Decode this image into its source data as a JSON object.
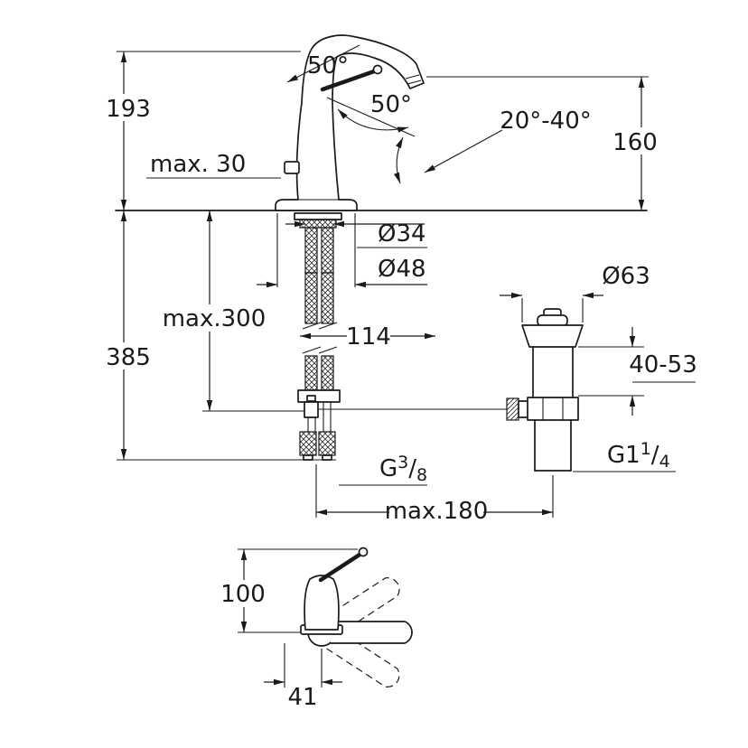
{
  "drawing": {
    "kind": "technical-dimension-drawing",
    "background": "#ffffff",
    "line_color": "#1a1a1a",
    "dimensions": {
      "height_above_deck": "193",
      "max_deck_thickness": "max. 30",
      "spout_swivel_angle": "50°",
      "handle_swivel_angle": "50°",
      "handle_tilt_range": "20°-40°",
      "spout_outlet_height": "160",
      "shank_diameter": "Ø34",
      "base_diameter": "Ø48",
      "max_length_below_deck": "max.300",
      "total_height_below": "385",
      "spout_projection": "114",
      "waste_flange_diameter": "Ø63",
      "waste_adjustment_range": "40-53",
      "max_rod_length": "max.180",
      "side_view_height": "100",
      "side_view_offset": "41"
    },
    "thread_labels": {
      "supply_hose": {
        "prefix": "G",
        "numerator": "3",
        "slash": "/",
        "denominator": "8"
      },
      "waste_outlet": {
        "prefix": "G1",
        "numerator": "1",
        "slash": "/",
        "denominator": "4"
      }
    }
  }
}
